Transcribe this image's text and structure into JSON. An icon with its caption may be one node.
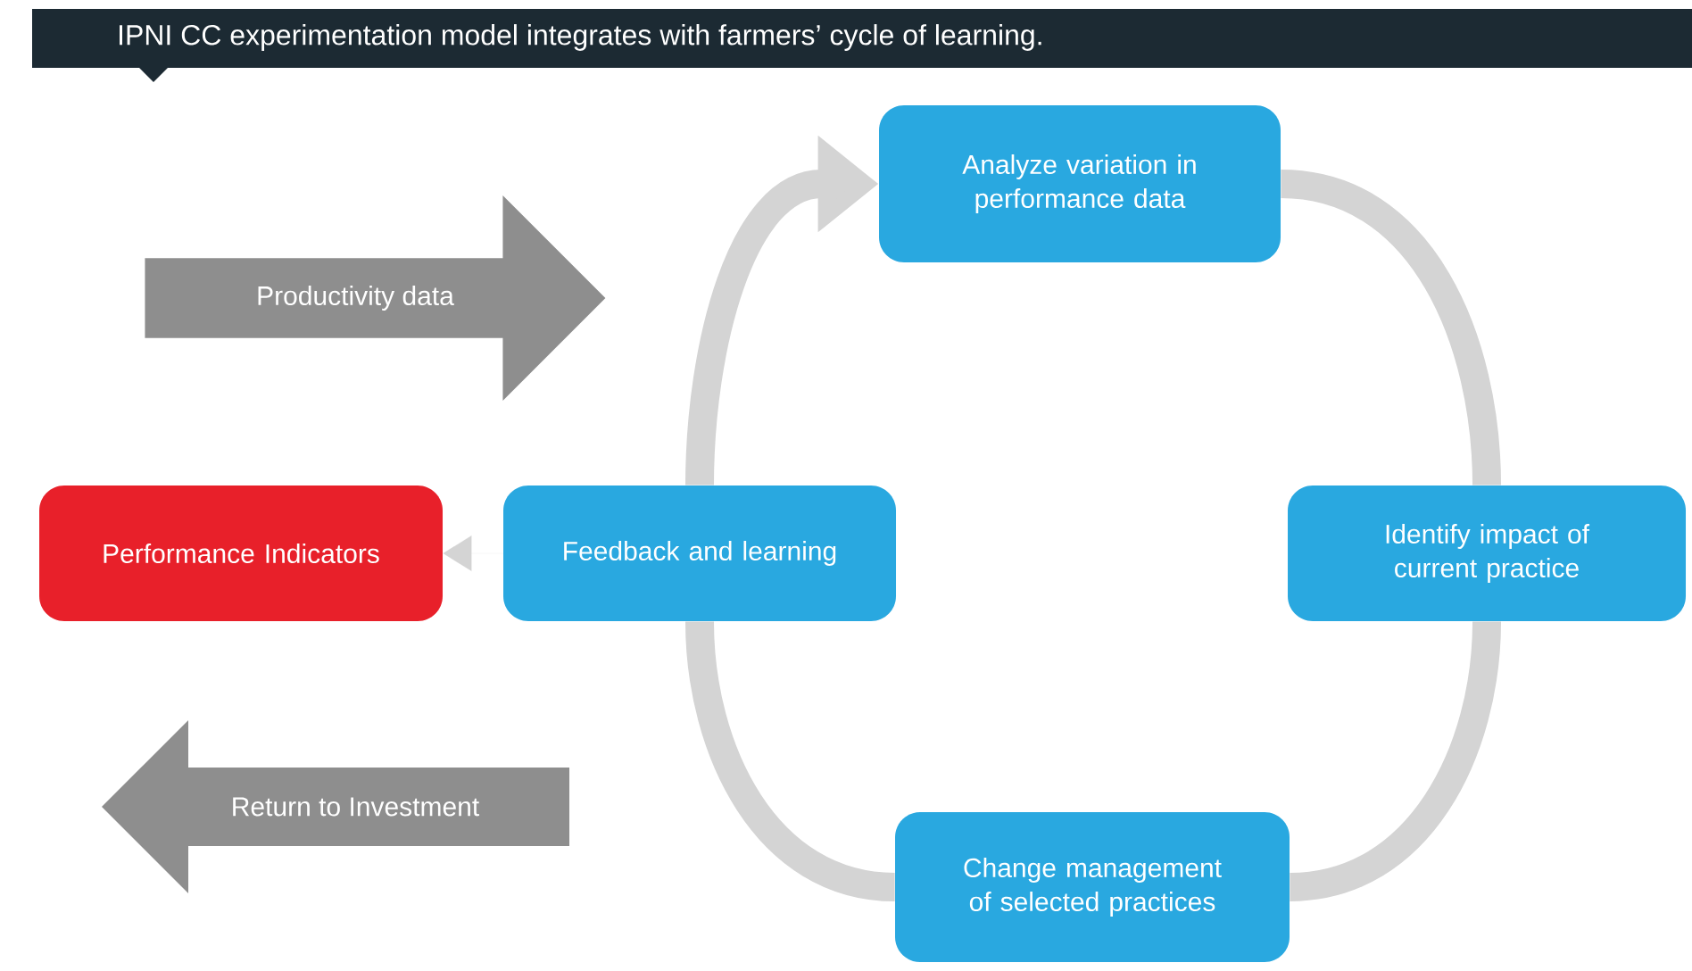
{
  "diagram": {
    "title": "IPNI CC experimentation model integrates with farmers’ cycle of learning.",
    "nodes": [
      {
        "text": [
          "Analyze variation in performance data"
        ]
      },
      {
        "text": [
          "Identify impact of current practice"
        ]
      },
      {
        "text": [
          "Change management of selected practices"
        ]
      },
      {
        "text": [
          "Feedback and learning"
        ]
      },
      {
        "text": [
          "Performance Indicators"
        ]
      },
      {
        "text": [
          "Productivity data"
        ]
      },
      {
        "text": [
          "Return to Investment"
        ]
      }
    ],
    "edges": [
      {
        "from": 0,
        "to": 1,
        "arrow": "none"
      },
      {
        "from": 1,
        "to": 2,
        "arrow": "none"
      },
      {
        "from": 2,
        "to": 3,
        "arrow": "none"
      },
      {
        "from": 3,
        "to": 0,
        "arrow": "to"
      },
      {
        "from": 3,
        "to": 4,
        "arrow": "to"
      }
    ]
  }
}
